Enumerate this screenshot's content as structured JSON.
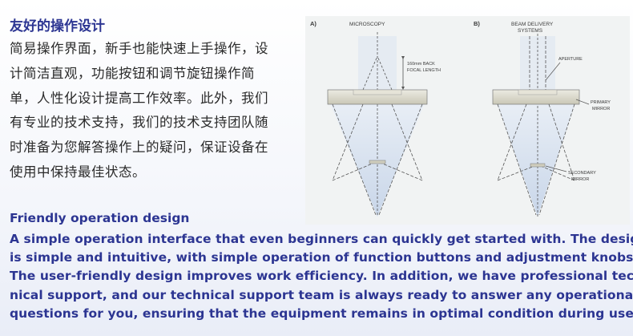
{
  "zh": {
    "title": "友好的操作设计",
    "lines": [
      "简易操作界面，新手也能快速上手操作，设",
      "计简洁直观，功能按钮和调节旋钮操作简",
      "单，人性化设计提高工作效率。此外，我们",
      "有专业的技术支持，我们的技术支持团队随",
      "时准备为您解答操作上的疑问，保证设备在",
      "使用中保持最佳状态。"
    ]
  },
  "en": {
    "title": "Friendly operation design",
    "lines": [
      "A simple operation interface that even beginners can quickly get started with. The design",
      "is simple and intuitive, with simple operation of function buttons and adjustment knobs.",
      "The user-friendly design improves work efficiency. In addition, we have professional tech-",
      "nical support, and our technical support team is always ready to answer any operational",
      "questions for you, ensuring that the equipment remains in optimal condition during use."
    ]
  },
  "figure": {
    "panel_a": {
      "letter": "A)",
      "title": "MICROSCOPY",
      "dimension_line1": "160mm BACK",
      "dimension_line2": "FOCAL LENGTH"
    },
    "panel_b": {
      "letter": "B)",
      "title_line1": "BEAM DELIVERY",
      "title_line2": "SYSTEMS",
      "aperture": "APERTURE",
      "primary_line1": "PRIMARY",
      "primary_line2": "MIRROR",
      "secondary_line1": "SECONDARY",
      "secondary_line2": "MIRROR"
    },
    "colors": {
      "beam": "#c9d7ea",
      "mirror": "#d9d7c8",
      "line": "#555555"
    }
  }
}
